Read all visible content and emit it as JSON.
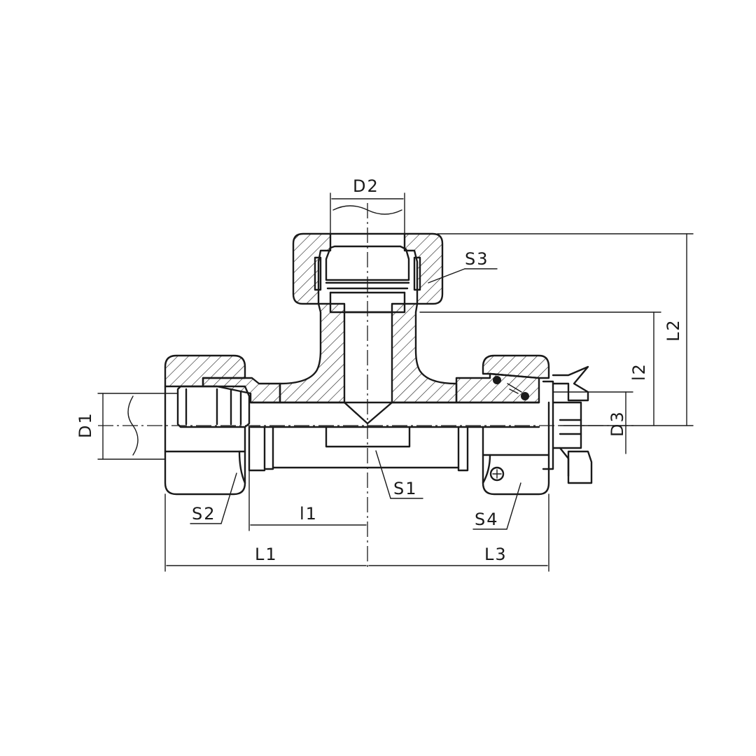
{
  "labels": {
    "D1": "D1",
    "D2": "D2",
    "D3": "D3",
    "L1": "L1",
    "L2": "L2",
    "L3": "L3",
    "l1": "l1",
    "l2": "l2",
    "S1": "S1",
    "S2": "S2",
    "S3": "S3",
    "S4": "S4"
  }
}
